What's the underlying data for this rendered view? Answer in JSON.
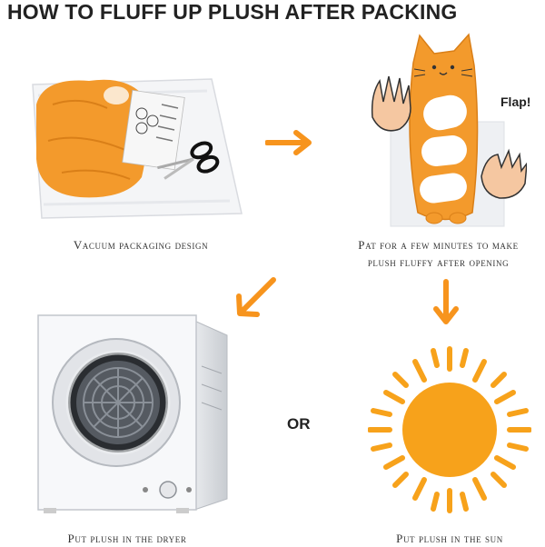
{
  "title": "HOW TO FLUFF UP PLUSH AFTER PACKING",
  "steps": [
    {
      "caption": "Vacuum packaging design"
    },
    {
      "caption_line1": "Pat for a few minutes to make",
      "caption_line2": "plush fluffy after opening",
      "sound": "Flap!"
    },
    {
      "caption": "Put plush in the dryer"
    },
    {
      "caption": "Put plush in the sun"
    }
  ],
  "or_label": "OR",
  "colors": {
    "accent": "#f7941d",
    "plush": "#f39a2c",
    "sun": "#f7a21b"
  }
}
